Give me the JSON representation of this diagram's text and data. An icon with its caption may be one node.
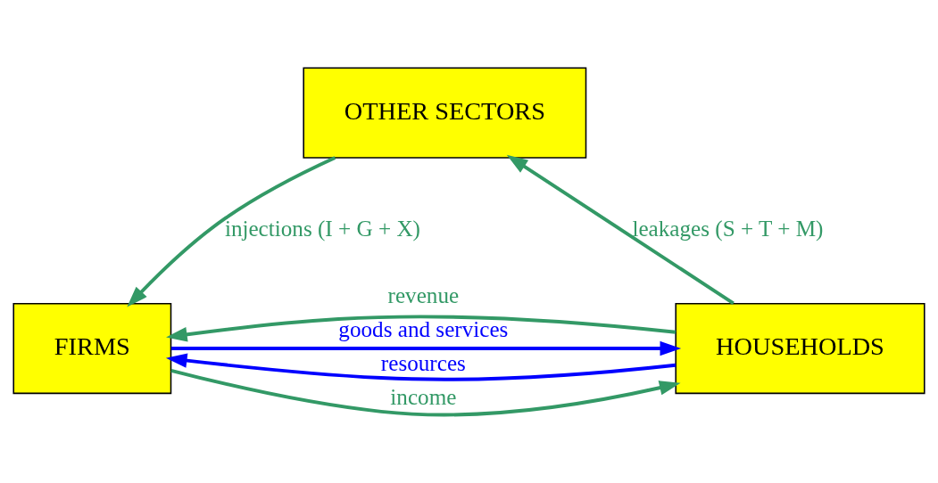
{
  "diagram": {
    "nodes": [
      {
        "text": [
          "OTHER SECTORS"
        ]
      },
      {
        "text": [
          "FIRMS"
        ]
      },
      {
        "text": [
          "HOUSEHOLDS"
        ]
      }
    ],
    "edges": [
      {
        "from": 2,
        "to": 0,
        "arrow": "to",
        "label": "leakages (S + T + M)"
      },
      {
        "from": 0,
        "to": 1,
        "arrow": "to",
        "label": "injections (I + G + X)"
      },
      {
        "from": 1,
        "to": 2,
        "arrow": "to",
        "label": "goods and services",
        "color": "#0000ff"
      },
      {
        "from": 2,
        "to": 1,
        "arrow": "to",
        "label": "revenue"
      },
      {
        "from": 1,
        "to": 2,
        "arrow": "to",
        "label": "income"
      },
      {
        "from": 2,
        "to": 1,
        "arrow": "to",
        "label": "resources",
        "color": "#0000ff"
      }
    ]
  }
}
